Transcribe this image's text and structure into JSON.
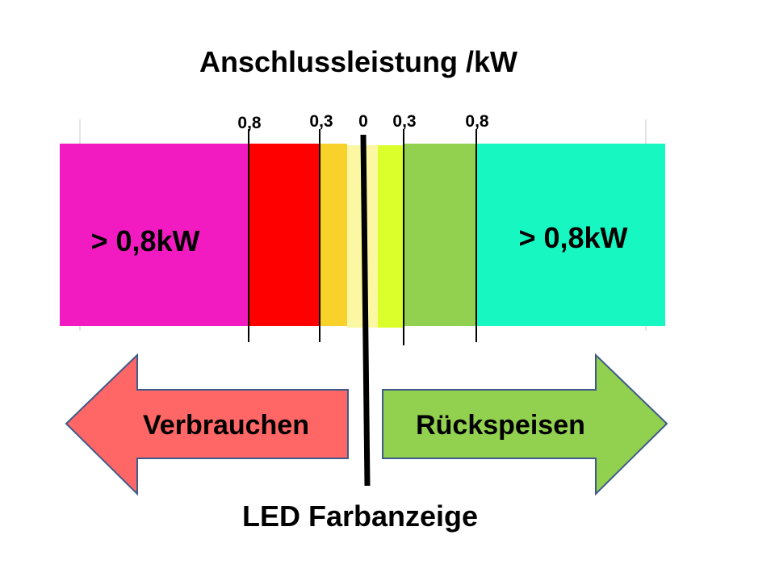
{
  "title": "Anschlussleistung /kW",
  "bottom_label": "LED Farbanzeige",
  "left_region_label": "> 0,8kW",
  "right_region_label": "> 0,8kW",
  "ticks": [
    "0,8",
    "0,3",
    "0",
    "0,3",
    "0,8"
  ],
  "arrows": {
    "left": "Verbrauchen",
    "right": "Rückspeisen"
  },
  "colors": {
    "magenta": "#f21bc1",
    "red": "#ff0000",
    "orange_yellow": "#f8d22b",
    "pale_yellow": "#fbf7a3",
    "lime": "#dbff2b",
    "green": "#92d050",
    "turquoise": "#17f7c2",
    "arrow_left": "#ff6666",
    "arrow_right": "#92d050",
    "arrow_border": "#3f5a8a"
  }
}
